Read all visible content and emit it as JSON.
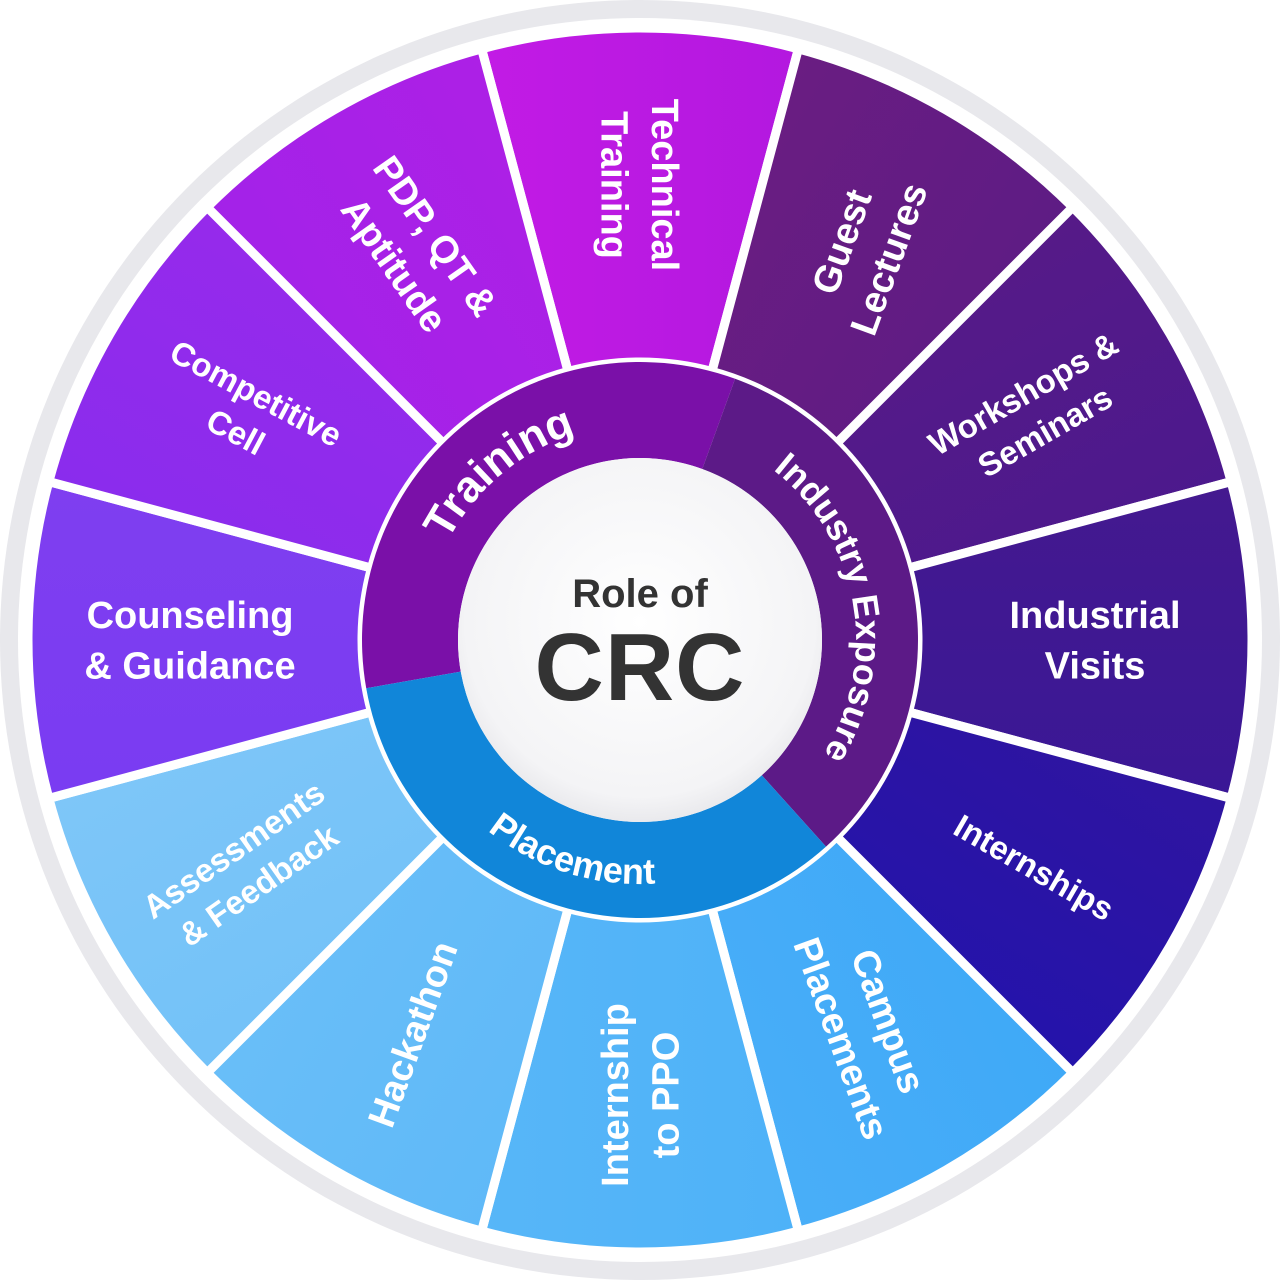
{
  "center": {
    "line1": "Role of",
    "line2": "CRC"
  },
  "groups": [
    {
      "id": "training",
      "label": "Training",
      "color": "#7a10a8"
    },
    {
      "id": "industry",
      "label": "Industry Exposure",
      "color": "#5c1a87"
    },
    {
      "id": "placement",
      "label": "Placement",
      "color": "#1186d9"
    }
  ],
  "segments": [
    {
      "id": "technical-training",
      "lines": [
        "Technical",
        "Training"
      ],
      "group": "training",
      "colorA": "#c21be5",
      "colorB": "#b318df"
    },
    {
      "id": "guest-lectures",
      "lines": [
        "Guest",
        "Lectures"
      ],
      "group": "industry",
      "colorA": "#6a1d82",
      "colorB": "#5e1c84"
    },
    {
      "id": "workshops-seminars",
      "lines": [
        "Workshops &",
        "Seminars"
      ],
      "group": "industry",
      "colorA": "#561a88",
      "colorB": "#4c198d"
    },
    {
      "id": "industrial-visits",
      "lines": [
        "Industrial",
        "Visits"
      ],
      "group": "industry",
      "colorA": "#44198f",
      "colorB": "#3a1796"
    },
    {
      "id": "internships",
      "lines": [
        "Internships"
      ],
      "group": "industry",
      "colorA": "#2f15a0",
      "colorB": "#2413ab"
    },
    {
      "id": "campus-placements",
      "lines": [
        "Campus",
        "Placements"
      ],
      "group": "placement",
      "colorA": "#3fa9f7",
      "colorB": "#49aef8"
    },
    {
      "id": "internship-to-ppo",
      "lines": [
        "Internship",
        "to PPO"
      ],
      "group": "placement",
      "colorA": "#4eb2f8",
      "colorB": "#57b6f8"
    },
    {
      "id": "hackathon",
      "lines": [
        "Hackathon"
      ],
      "group": "placement",
      "colorA": "#5fb9f8",
      "colorB": "#69bef8"
    },
    {
      "id": "assessments-feedback",
      "lines": [
        "Assessments",
        "& Feedback"
      ],
      "group": "placement",
      "colorA": "#73c2f8",
      "colorB": "#7ec6f8"
    },
    {
      "id": "counseling-guidance",
      "lines": [
        "Counseling",
        "& Guidance"
      ],
      "group": "training",
      "colorA": "#7a3cf2",
      "colorB": "#7f3ef0"
    },
    {
      "id": "competitive-cell",
      "lines": [
        "Competitive",
        "Cell"
      ],
      "group": "training",
      "colorA": "#8a2ced",
      "colorB": "#962aeb"
    },
    {
      "id": "pdp-qt-aptitude",
      "lines": [
        "PDP, QT &",
        "Aptitude"
      ],
      "group": "training",
      "colorA": "#a322e8",
      "colorB": "#ad20e6"
    }
  ]
}
